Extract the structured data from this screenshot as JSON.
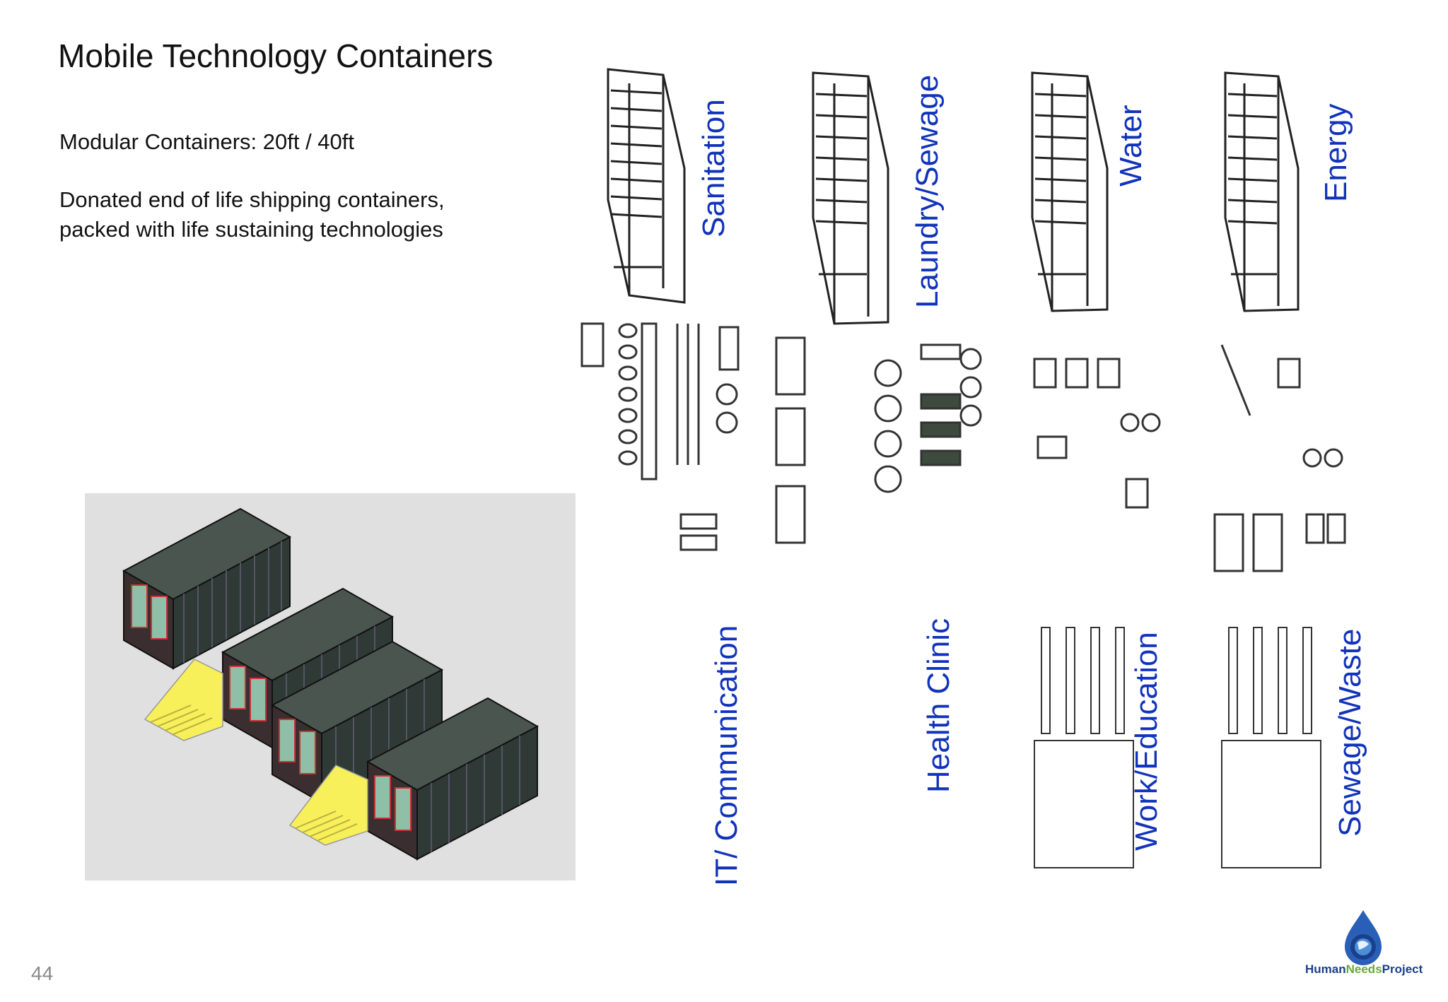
{
  "slide": {
    "title": "Mobile Technology Containers",
    "subtitle": "Modular Containers: 20ft / 40ft",
    "description_line1": "Donated end of life shipping containers,",
    "description_line2": "packed with life sustaining technologies",
    "page_number": "44"
  },
  "labels": {
    "sanitation": "Sanitation",
    "laundry": "Laundry/Sewage",
    "water": "Water",
    "energy": "Energy",
    "it": "IT/ Communication",
    "health": "Health Clinic",
    "work": "Work/Education",
    "sewage_waste": "Sewage/Waste"
  },
  "logo": {
    "part1": "Human",
    "part2": "Needs",
    "part3": "Project"
  },
  "colors": {
    "label_blue": "#1133bb",
    "container_dark": "#2f3a36",
    "stair_yellow": "#f7f05a",
    "render_bg": "#e0e0e0"
  }
}
